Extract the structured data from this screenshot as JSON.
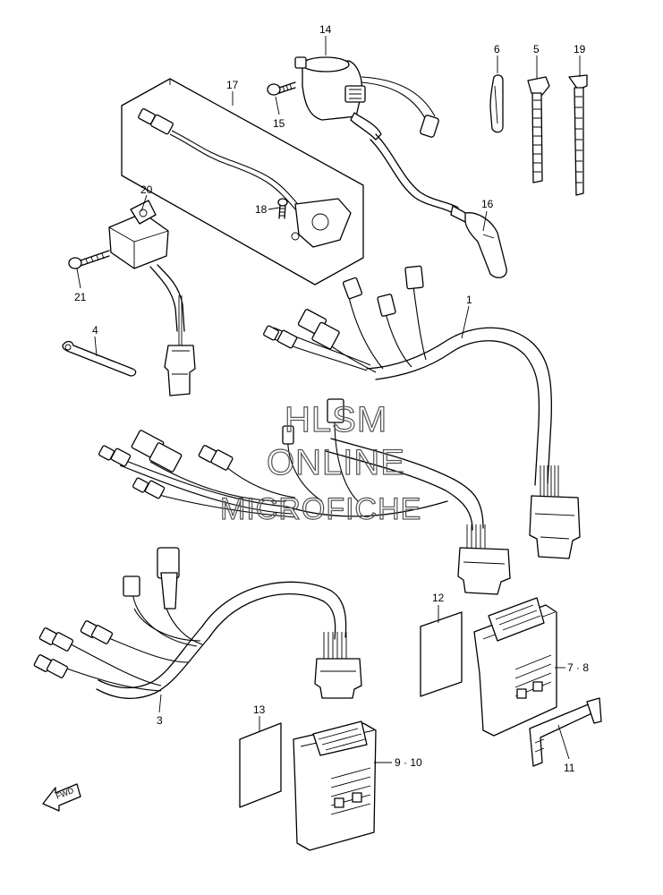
{
  "callouts": {
    "c1": "1",
    "c3": "3",
    "c4": "4",
    "c5": "5",
    "c6": "6",
    "c7_8": "7 · 8",
    "c9_10": "9 · 10",
    "c11": "11",
    "c12": "12",
    "c13": "13",
    "c14": "14",
    "c15": "15",
    "c16": "16",
    "c17": "17",
    "c18": "18",
    "c19": "19",
    "c20": "20",
    "c21": "21"
  },
  "watermark": {
    "line1": "HLSM",
    "line2": "ONLINE",
    "line3": "MICROFICHE"
  },
  "fwd_label": "FWD"
}
